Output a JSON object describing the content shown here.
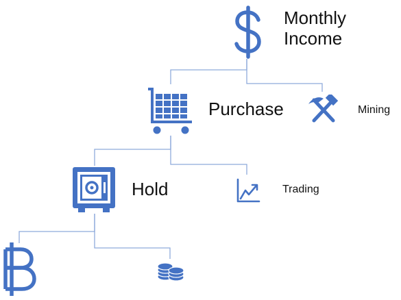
{
  "diagram": {
    "nodes": {
      "monthly_income": {
        "label_line1": "Monthly",
        "label_line2": "Income",
        "icon": "dollar-icon"
      },
      "purchase": {
        "label": "Purchase",
        "icon": "shopping-cart-icon"
      },
      "mining": {
        "label": "Mining",
        "icon": "pickaxe-hammer-icon"
      },
      "hold": {
        "label": "Hold",
        "icon": "safe-icon"
      },
      "trading": {
        "label": "Trading",
        "icon": "trend-chart-icon"
      },
      "bitcoin": {
        "icon": "bitcoin-icon"
      },
      "coins": {
        "icon": "coin-stack-icon"
      }
    },
    "colors": {
      "icon": "#4472c4",
      "connector": "#8eaadb",
      "text": "#111111"
    }
  }
}
